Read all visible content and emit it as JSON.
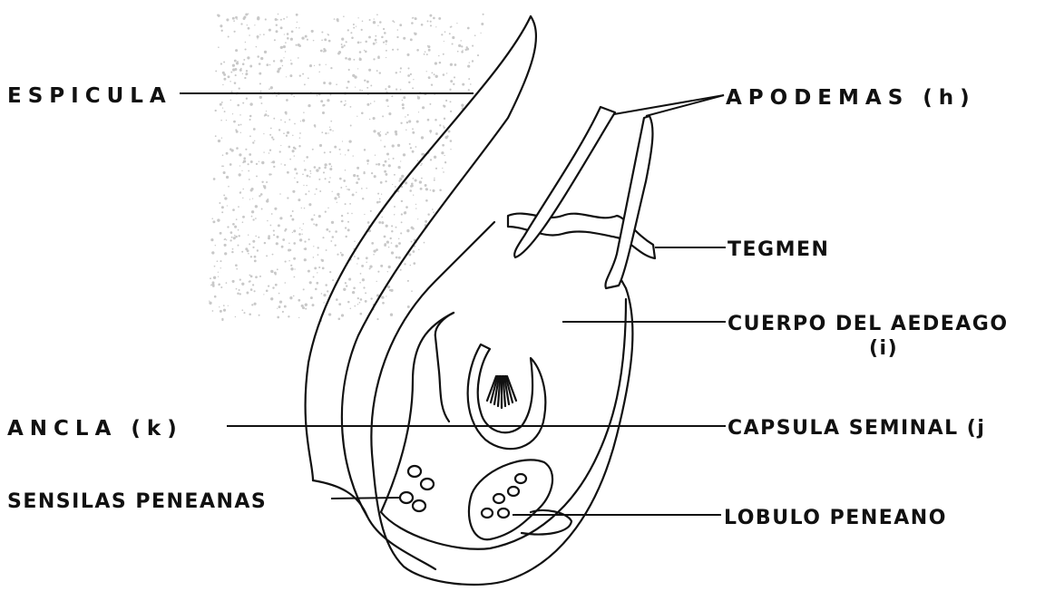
{
  "labels": {
    "espicula": "ESPICULA",
    "apodemas": "APODEMAS (h)",
    "tegmen": "TEGMEN",
    "cuerpo_line1": "CUERPO DEL AEDEAGO",
    "cuerpo_line2": "(i)",
    "ancla": "ANCLA (k)",
    "capsula": "CAPSULA SEMINAL (j",
    "sensilas": "SENSILAS PENEANAS",
    "lobulo": "LOBULO PENEANO"
  },
  "colors": {
    "ink": "#111111",
    "stipple": "#c8c8c8",
    "paper": "#ffffff"
  }
}
